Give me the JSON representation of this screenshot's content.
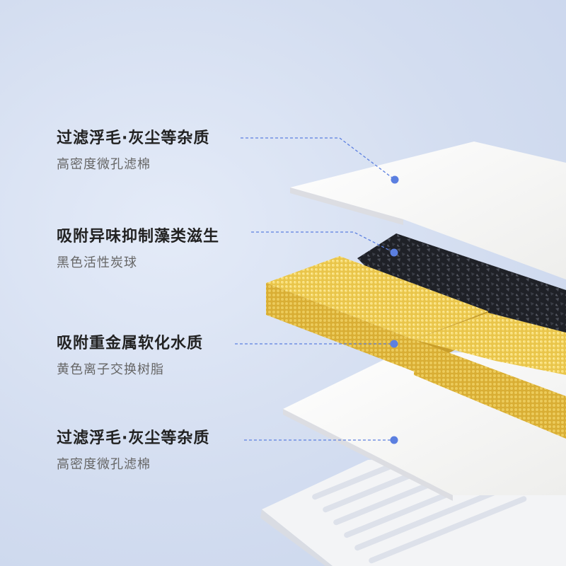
{
  "labels": [
    {
      "title": "过滤浮毛·灰尘等杂质",
      "subtitle": "高密度微孔滤棉"
    },
    {
      "title": "吸附异味抑制藻类滋生",
      "subtitle": "黑色活性炭球"
    },
    {
      "title": "吸附重金属软化水质",
      "subtitle": "黄色离子交换树脂"
    },
    {
      "title": "过滤浮毛·灰尘等杂质",
      "subtitle": "高密度微孔滤棉"
    }
  ],
  "colors": {
    "background": "#d6dff0",
    "accent_dot": "#5b7fe0",
    "resin_yellow": "#f0d25c",
    "carbon_black": "#2a2c33",
    "cotton_white": "#f7f7f5"
  },
  "icons": [
    "callout-dot"
  ]
}
